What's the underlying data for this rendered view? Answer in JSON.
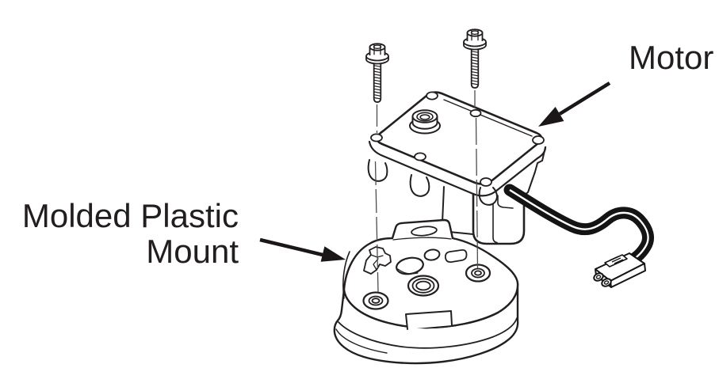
{
  "diagram": {
    "type": "exploded-assembly-illustration",
    "background_color": "#ffffff",
    "line_color": "#231f20",
    "wire_color": "#141414",
    "guide_line_color": "#4d4d4d",
    "label_color": "#221e1f",
    "labels": {
      "motor": "Motor",
      "mount_line1": "Molded Plastic",
      "mount_line2": "Mount"
    },
    "parts": [
      {
        "name": "flange-screw-left"
      },
      {
        "name": "flange-screw-right"
      },
      {
        "name": "motor-gearbox"
      },
      {
        "name": "motor-wire-harness"
      },
      {
        "name": "wire-connector"
      },
      {
        "name": "molded-plastic-mount"
      }
    ]
  }
}
